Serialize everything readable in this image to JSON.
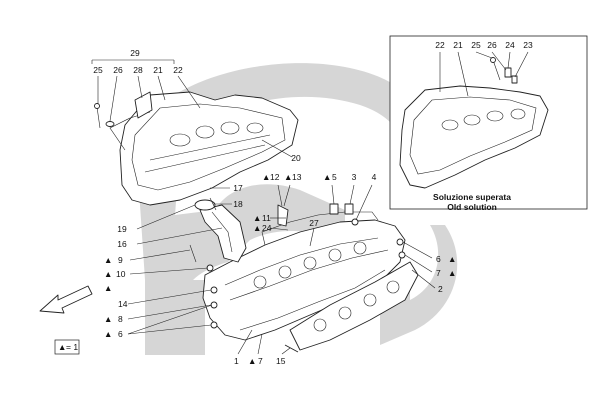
{
  "callouts": [
    {
      "id": "c29",
      "text": "29"
    },
    {
      "id": "c25",
      "text": "25"
    },
    {
      "id": "c26",
      "text": "26"
    },
    {
      "id": "c28",
      "text": "28"
    },
    {
      "id": "c21",
      "text": "21"
    },
    {
      "id": "c22",
      "text": "22"
    },
    {
      "id": "c20",
      "text": "20"
    },
    {
      "id": "c17",
      "text": "17"
    },
    {
      "id": "c18",
      "text": "18"
    },
    {
      "id": "c19",
      "text": "19"
    },
    {
      "id": "c16",
      "text": "16"
    },
    {
      "id": "c9",
      "text": "9"
    },
    {
      "id": "c10",
      "text": "10"
    },
    {
      "id": "c14",
      "text": "14"
    },
    {
      "id": "c8",
      "text": "8"
    },
    {
      "id": "c6l",
      "text": "6"
    },
    {
      "id": "c12",
      "text": "12"
    },
    {
      "id": "c13",
      "text": "13"
    },
    {
      "id": "c11",
      "text": "11"
    },
    {
      "id": "c24l",
      "text": "24"
    },
    {
      "id": "c27",
      "text": "27"
    },
    {
      "id": "c5",
      "text": "5"
    },
    {
      "id": "c3",
      "text": "3"
    },
    {
      "id": "c4",
      "text": "4"
    },
    {
      "id": "c6r",
      "text": "6"
    },
    {
      "id": "c7r",
      "text": "7"
    },
    {
      "id": "c2",
      "text": "2"
    },
    {
      "id": "c1",
      "text": "1"
    },
    {
      "id": "c7b",
      "text": "7"
    },
    {
      "id": "c15",
      "text": "15"
    },
    {
      "id": "i22",
      "text": "22"
    },
    {
      "id": "i21",
      "text": "21"
    },
    {
      "id": "i25",
      "text": "25"
    },
    {
      "id": "i26",
      "text": "26"
    },
    {
      "id": "i24",
      "text": "24"
    },
    {
      "id": "i23",
      "text": "23"
    }
  ],
  "inset": {
    "line1": "Soluzione superata",
    "line2": "Old solution"
  },
  "legend": {
    "symbol": "▲",
    "text": "= 1"
  },
  "triangle_marker": "▲"
}
